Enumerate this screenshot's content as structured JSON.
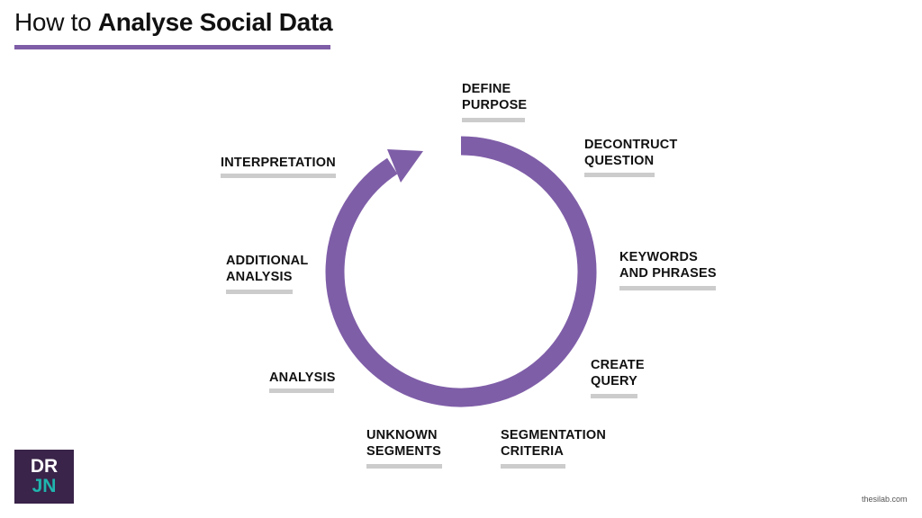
{
  "header": {
    "title_prefix": "How to ",
    "title_bold": "Analyse Social Data"
  },
  "colors": {
    "accent": "#7f5ea8",
    "bar": "#cccccc",
    "logo_bg": "#3a2449",
    "logo_teal": "#1fb5ae"
  },
  "steps": [
    {
      "label": "DEFINE\nPURPOSE"
    },
    {
      "label": "DECONTRUCT\nQUESTION"
    },
    {
      "label": "KEYWORDS\nAND PHRASES"
    },
    {
      "label": "CREATE\nQUERY"
    },
    {
      "label": "SEGMENTATION\nCRITERIA"
    },
    {
      "label": "UNKNOWN\nSEGMENTS"
    },
    {
      "label": "ANALYSIS"
    },
    {
      "label": "ADDITIONAL\nANALYSIS"
    },
    {
      "label": "INTERPRETATION"
    }
  ],
  "logo": {
    "line1": "DR",
    "line2": "JN"
  },
  "footer": {
    "credit": "thesilab.com"
  }
}
